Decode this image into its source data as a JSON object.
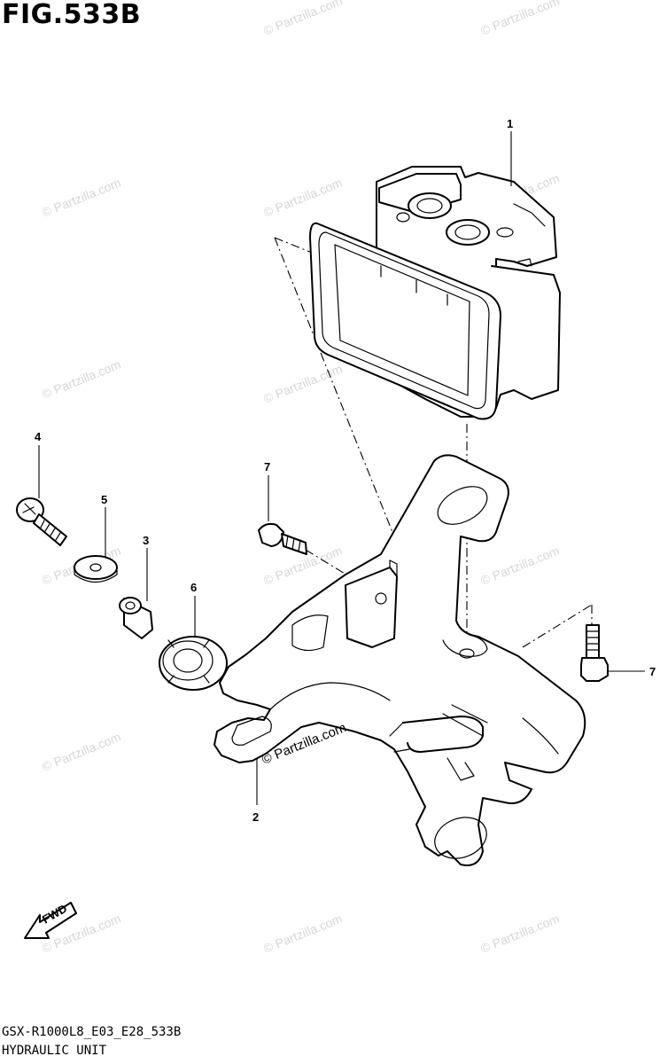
{
  "figure": {
    "title": "FIG.533B",
    "model_code": "GSX-R1000L8_E03_E28_533B",
    "section_name": "HYDRAULIC UNIT"
  },
  "watermark": "© Partzilla.com",
  "callouts": [
    "1",
    "2",
    "3",
    "4",
    "5",
    "6",
    "7",
    "7"
  ],
  "fwd_label": "FWD"
}
